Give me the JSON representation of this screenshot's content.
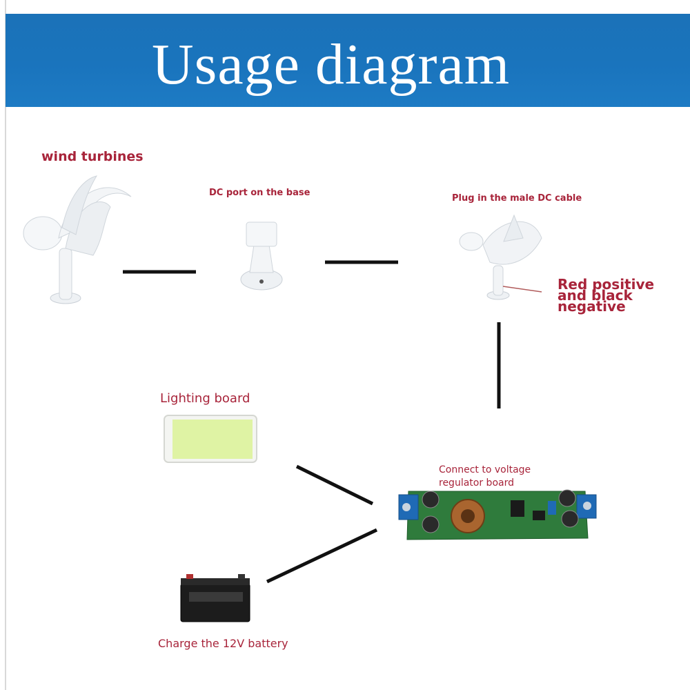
{
  "title": "Usage diagram",
  "labels": {
    "wind_turbines": "wind turbines",
    "dc_port": "DC port on the base",
    "plug_cable": "Plug in the male DC cable",
    "polarity_line1": "Red positive",
    "polarity_line2": "and black",
    "polarity_line3": "negative",
    "lighting_board": "Lighting board",
    "regulator_line1": "Connect to voltage",
    "regulator_line2": "regulator board",
    "battery": "Charge the 12V battery"
  },
  "icons": {
    "turbine": "wind-turbine-illustration",
    "base": "dc-port-base-illustration",
    "assembled": "assembled-turbine-illustration",
    "lighting": "led-lighting-board-illustration",
    "regulator": "voltage-regulator-board-illustration",
    "battery": "12v-battery-illustration"
  },
  "colors": {
    "banner": "#1b72b8",
    "label": "#a8243a",
    "connector": "#111111"
  }
}
